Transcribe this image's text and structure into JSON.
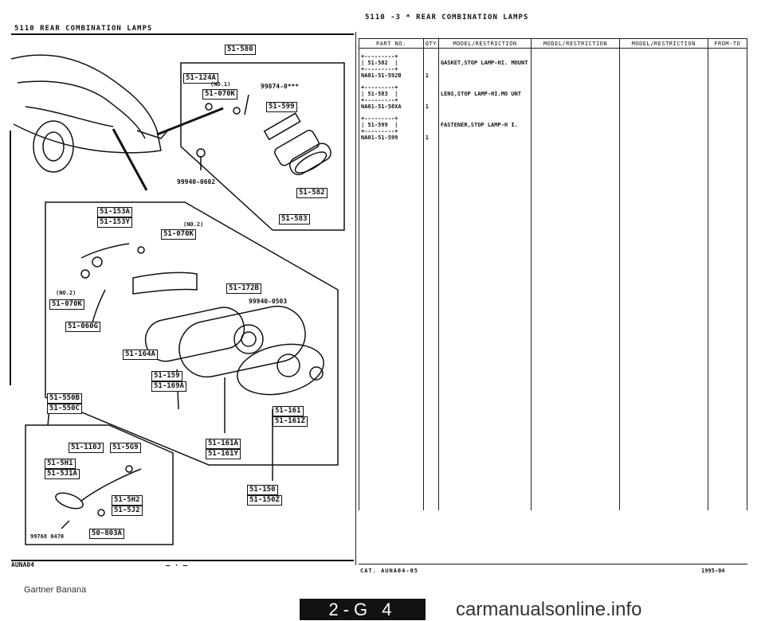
{
  "header": {
    "left_title": "5110    REAR COMBINATION LAMPS",
    "right_title": "5110  -3 *  REAR COMBINATION LAMPS"
  },
  "diagram": {
    "labels": [
      "51-580",
      "51-124A",
      "51-070K",
      "51-599",
      "99874-0***",
      "(NO.1)",
      "99940-0602",
      "51-582",
      "51-583",
      "51-153A",
      "51-153Y",
      "(NO.2)",
      "51-070K",
      "(NO.2)",
      "51-070K",
      "51-060G",
      "51-172B",
      "99940-0503",
      "51-164A",
      "51-159",
      "51-169A",
      "51-550B",
      "51-550C",
      "51-161",
      "51-161Z",
      "51-161A",
      "51-161Y",
      "51-150",
      "51-150Z",
      "51-110J",
      "51-5G9",
      "51-5H1",
      "51-5J1A",
      "51-5H2",
      "51-5J2",
      "99768 0470",
      "50-803A"
    ]
  },
  "table": {
    "headers": [
      "PART NO.",
      "QTY",
      "MODEL/RESTRICTION",
      "MODEL/RESTRICTION",
      "MODEL/RESTRICTION",
      "FROM-TO"
    ],
    "entries": [
      {
        "box_top": "+---------+",
        "ref": "| 51-582  |",
        "box_bot": "+---------+",
        "part_no": "NA01-51-592B",
        "qty": "1",
        "desc": "GASKET,STOP LAMP-HI. MOUNT"
      },
      {
        "box_top": "+---------+",
        "ref": "| 51-583  |",
        "box_bot": "+---------+",
        "part_no": "NA01-51-58XA",
        "qty": "1",
        "desc": "LENS,STOP LAMP-HI.MO UNT"
      },
      {
        "box_top": "+---------+",
        "ref": "| 51-599  |",
        "box_bot": "+---------+",
        "part_no": "NA01-51-599",
        "qty": "1",
        "desc": "FASTENER,STOP LAMP-H I."
      }
    ]
  },
  "footer": {
    "code": "AUNA04",
    "cat": "CAT.  AUNA04-05",
    "date": "1995-04",
    "watermark": "Gartner Banana",
    "page": "2-G 4",
    "site": "carmanualsonline.info"
  }
}
